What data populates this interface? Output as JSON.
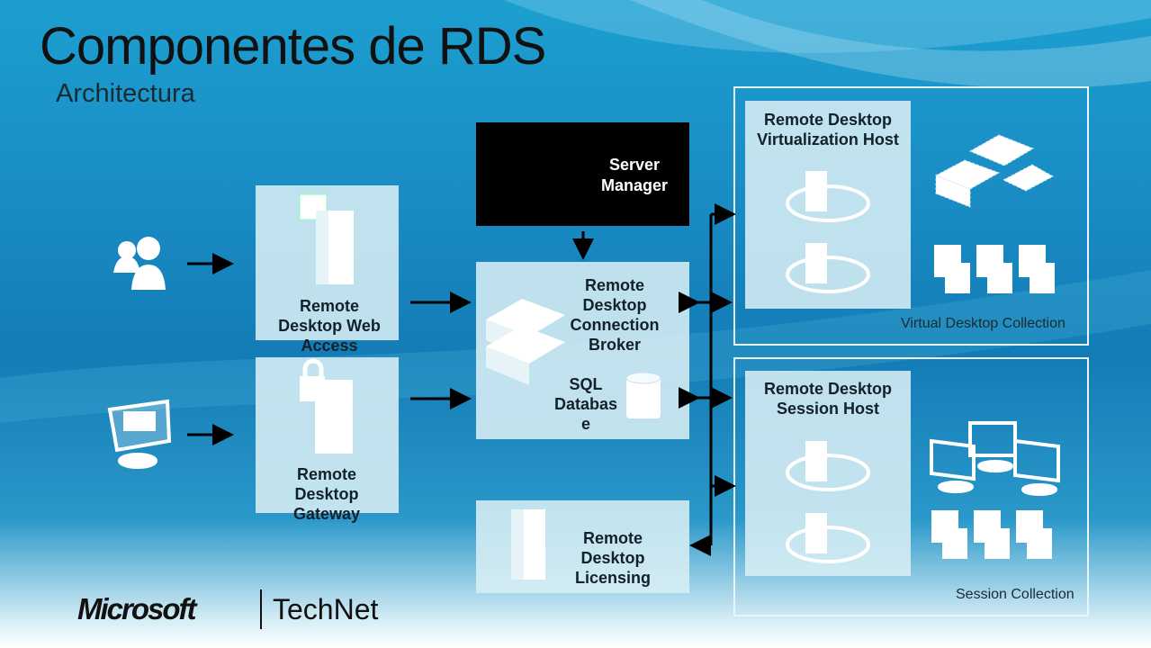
{
  "title": "Componentes de RDS",
  "subtitle": "Architectura",
  "nodes": {
    "server_manager": "Server Manager",
    "web_access": "Remote Desktop Web Access",
    "gateway": "Remote Desktop Gateway",
    "connection_broker": "Remote Desktop Connection Broker",
    "sql_database": "SQL Databas e",
    "licensing": "Remote Desktop Licensing",
    "virtualization_host": "Remote Desktop Virtualization Host",
    "session_host": "Remote Desktop Session Host"
  },
  "collections": {
    "virtual": "Virtual Desktop Collection",
    "session": "Session Collection"
  },
  "footer": {
    "brand": "Microsoft",
    "product": "TechNet"
  },
  "colors": {
    "box": "#d7eef4",
    "arrow": "#000000",
    "server_manager_bg": "#000000"
  },
  "icons": [
    "users-icon",
    "monitor-icon",
    "web-server-icon",
    "locked-server-icon",
    "rack-servers-icon",
    "database-icon",
    "server-tower-icon",
    "server-disc-icon",
    "virtual-servers-icon",
    "office-docs-icon",
    "monitors-icon"
  ]
}
